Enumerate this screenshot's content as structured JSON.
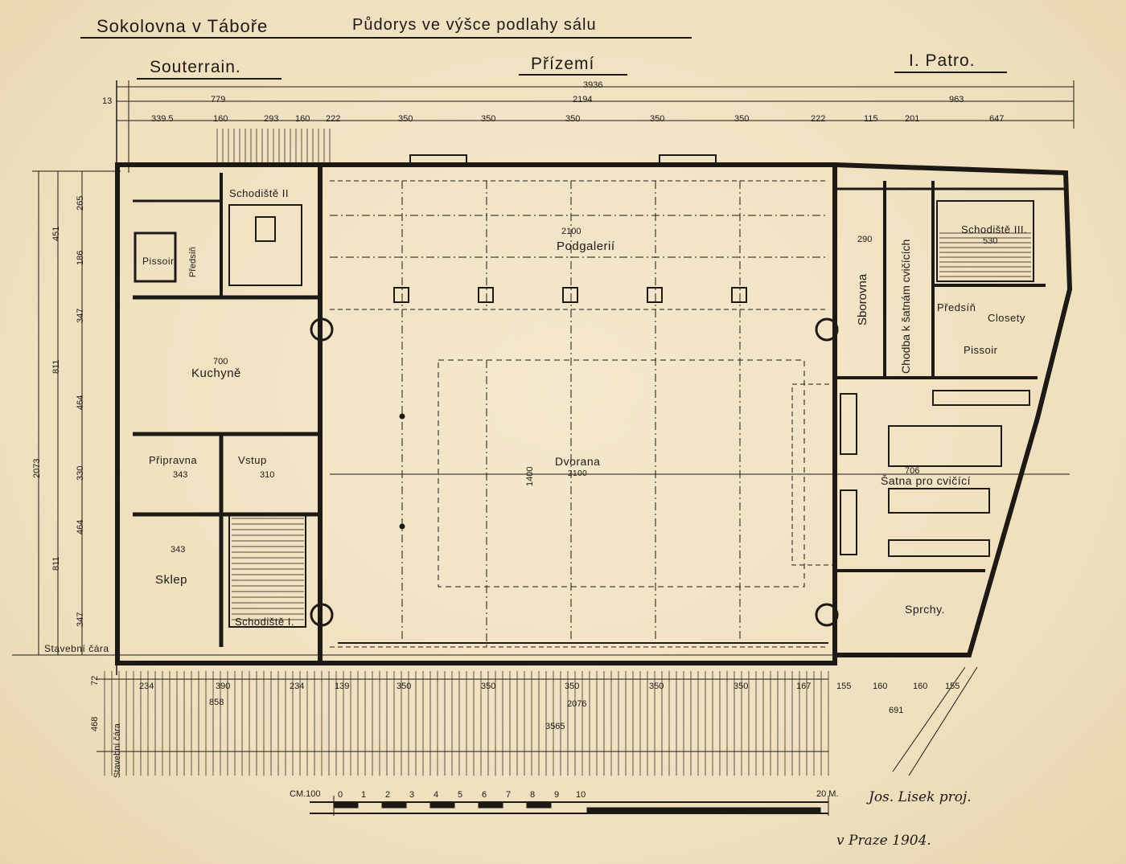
{
  "header": {
    "building_title": "Sokolovna v Táboře",
    "plan_title": "Půdorys ve výšce podlahy sálu"
  },
  "sections": {
    "left": "Souterrain.",
    "center": "Přízemí",
    "right": "I. Patro."
  },
  "rooms": {
    "schodiste_2": "Schodiště II",
    "pissoir_left": "Pissoir",
    "predsin_left": "Předsíň",
    "kuchyne": "Kuchyně",
    "pripravna": "Připravna",
    "vstup": "Vstup",
    "sklep": "Sklep",
    "schodiste_1": "Schodiště I.",
    "podgalerii": "Podgalerií",
    "dvorana": "Dvorana",
    "dvorana_dim": "2100",
    "sborovna": "Sborovna",
    "chodba": "Chodba k šatnám cvičících",
    "schodiste_3": "Schodiště III.",
    "predsin_right": "Předsíň",
    "closety": "Closety",
    "pissoir_right": "Pissoir",
    "satna": "Šatna pro cvičící",
    "sprchy": "Sprchy."
  },
  "dimensions": {
    "top_total": "3936",
    "top_left": "779",
    "top_mid": "2194",
    "top_right": "963",
    "top_row": [
      "339.5",
      "160",
      "293",
      "160",
      "222",
      "350",
      "350",
      "350",
      "350",
      "350",
      "222",
      "115",
      "201",
      "647"
    ],
    "top_edge": "13",
    "bottom_row": [
      "234",
      "390",
      "234",
      "139",
      "350",
      "350",
      "350",
      "350",
      "350",
      "167",
      "155",
      "160",
      "160",
      "155"
    ],
    "bottom_858": "858",
    "bottom_2076": "2076",
    "bottom_3565": "3565",
    "bottom_691": "691",
    "left_total": "2073",
    "left_811_top": "811",
    "left_811_bottom": "811",
    "left_451": "451",
    "left_265": "265",
    "left_186": "186",
    "left_347_a": "347",
    "left_464_a": "464",
    "left_330": "330",
    "left_464_b": "464",
    "left_347_b": "347",
    "left_468": "468",
    "left_72": "72",
    "podgalerii_width": "2100",
    "dvorana_height": "1400",
    "kuchyne_width": "700",
    "pripravna_width": "343",
    "vstup_width": "310",
    "sklep_width": "343",
    "schodiste_3_width": "530",
    "satna_width": "706",
    "sborovna_width": "290"
  },
  "legend": {
    "stavebni_cara": "Stavební čára",
    "stavebni_cara_vertical": "Stavební čára"
  },
  "scale": {
    "unit_left": "CM.100",
    "ticks": [
      "0",
      "1",
      "2",
      "3",
      "4",
      "5",
      "6",
      "7",
      "8",
      "9",
      "10"
    ],
    "end": "20 M."
  },
  "signature": {
    "name": "Jos. Lisek proj.",
    "place_date": "v Praze 1904."
  }
}
